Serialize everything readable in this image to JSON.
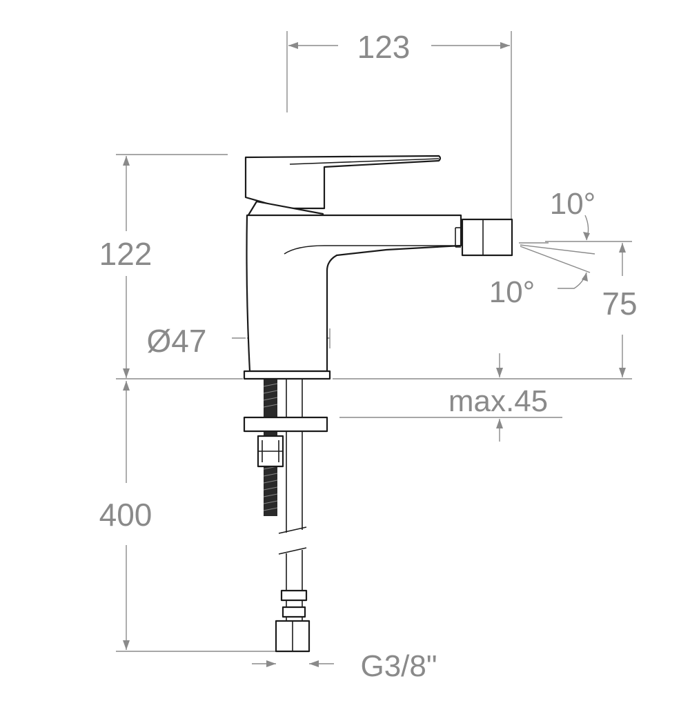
{
  "dimensions": {
    "width_top": "123",
    "height_body": "122",
    "diameter": "Ø47",
    "spray_angle_up": "10°",
    "spray_angle_down": "10°",
    "spout_height": "75",
    "deck_thickness": "max.45",
    "hose_length": "400",
    "connection_thread": "G3/8\""
  },
  "colors": {
    "dimension": "#8a8a8a",
    "outline": "#1a1a1a",
    "background": "#ffffff"
  }
}
